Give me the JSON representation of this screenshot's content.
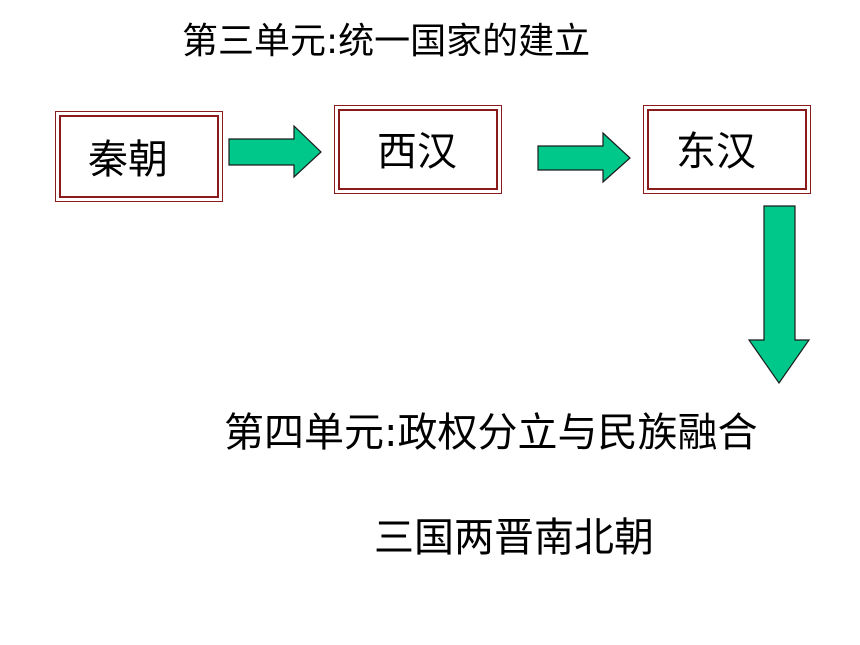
{
  "unit3": {
    "title": "第三单元:统一国家的建立"
  },
  "flow": {
    "dynasties": [
      {
        "label": "秦朝"
      },
      {
        "label": "西汉"
      },
      {
        "label": "东汉"
      }
    ]
  },
  "unit4": {
    "title": "第四单元:政权分立与民族融合",
    "era": "三国两晋南北朝"
  },
  "colors": {
    "arrow_fill": "#00c88a",
    "arrow_stroke": "#1a1a1a",
    "box_border": "#8b1a1a",
    "text": "#000000",
    "background": "#ffffff"
  },
  "icons": {
    "flow_arrow": "right-arrow-icon",
    "down_arrow": "down-arrow-icon"
  }
}
